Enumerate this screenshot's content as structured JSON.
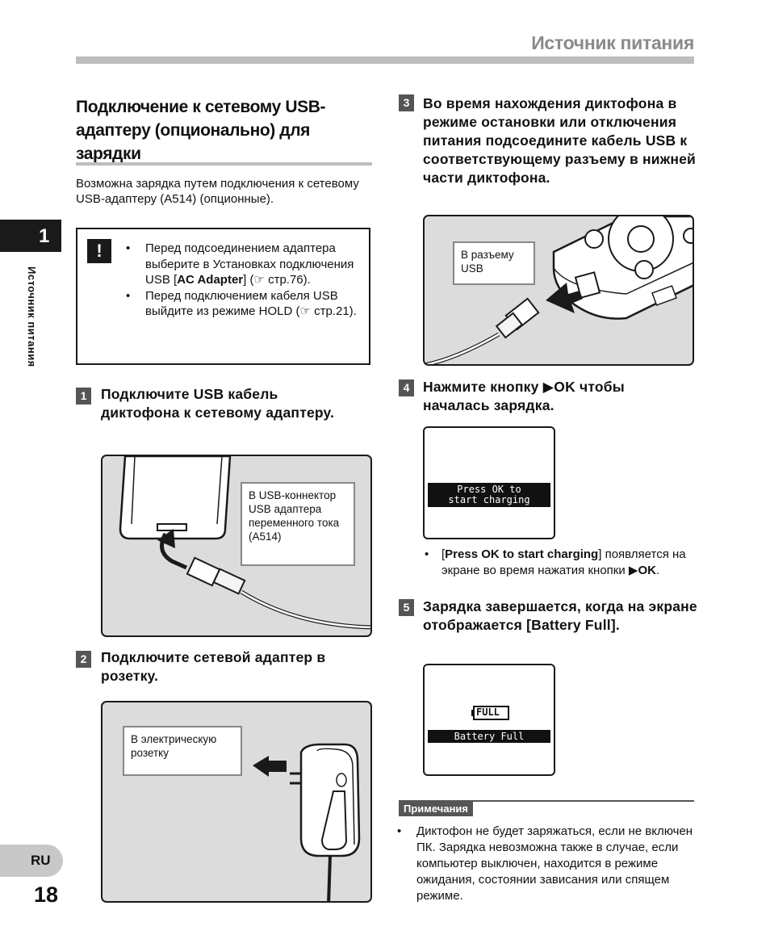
{
  "header": {
    "title": "Источник питания"
  },
  "sidebar": {
    "chapter_number": "1",
    "chapter_label": "Источник питания",
    "language": "RU",
    "page_number": "18"
  },
  "section": {
    "title": "Подключение к сетевому USB-адаптеру (опционально) для зарядки",
    "intro": "Возможна зарядка путем подключения к сетевому USB-адаптеру (A514) (опционные)."
  },
  "note": {
    "icon": "!",
    "item1_pre": "Перед подсоединением адаптера выберите в Установках подключения USB [",
    "item1_bold": "AC Adapter",
    "item1_post": "] (☞ стр.76).",
    "item2": "Перед подключением кабеля USB выйдите из режиме HOLD (☞ стр.21)."
  },
  "steps": [
    {
      "num": "1",
      "text": "Подключите USB кабель диктофона к сетевому адаптеру."
    },
    {
      "num": "2",
      "text": "Подключите сетевой адаптер в розетку."
    },
    {
      "num": "3",
      "text": "Во время нахождения диктофона в режиме остановки или отключения питания подсоедините кабель USB к соответствующему разъему в нижней части диктофона."
    },
    {
      "num": "4",
      "text_pre": "Нажмите кнопку ",
      "text_key": "▶OK",
      "text_post": " чтобы началась зарядка."
    },
    {
      "num": "5",
      "text_pre": "Зарядка завершается, когда на экране отображается [",
      "text_key": "Battery Full",
      "text_post": "]."
    }
  ],
  "figures": {
    "fig1_callout": "В USB-коннектор USB адаптера переменного тока (A514)",
    "fig2_callout": "В электрическую розетку",
    "fig3_callout": "В разъему USB"
  },
  "screens": {
    "charge_line1": "Press OK to",
    "charge_line2": "start charging",
    "full_icon": "FULL",
    "full_text": "Battery Full"
  },
  "step4_bullet": {
    "bold": "Press OK to start charging",
    "pre": "[",
    "post": "] появляется на экране во время нажатия кнопки ",
    "key": "▶OK",
    "end": "."
  },
  "notes": {
    "label": "Примечания",
    "item": "Диктофон не будет заряжаться, если не включен ПК. Зарядка невозможна также в случае, если компьютер выключен, находится в режиме ожидания, состоянии зависания или спящем режиме."
  }
}
